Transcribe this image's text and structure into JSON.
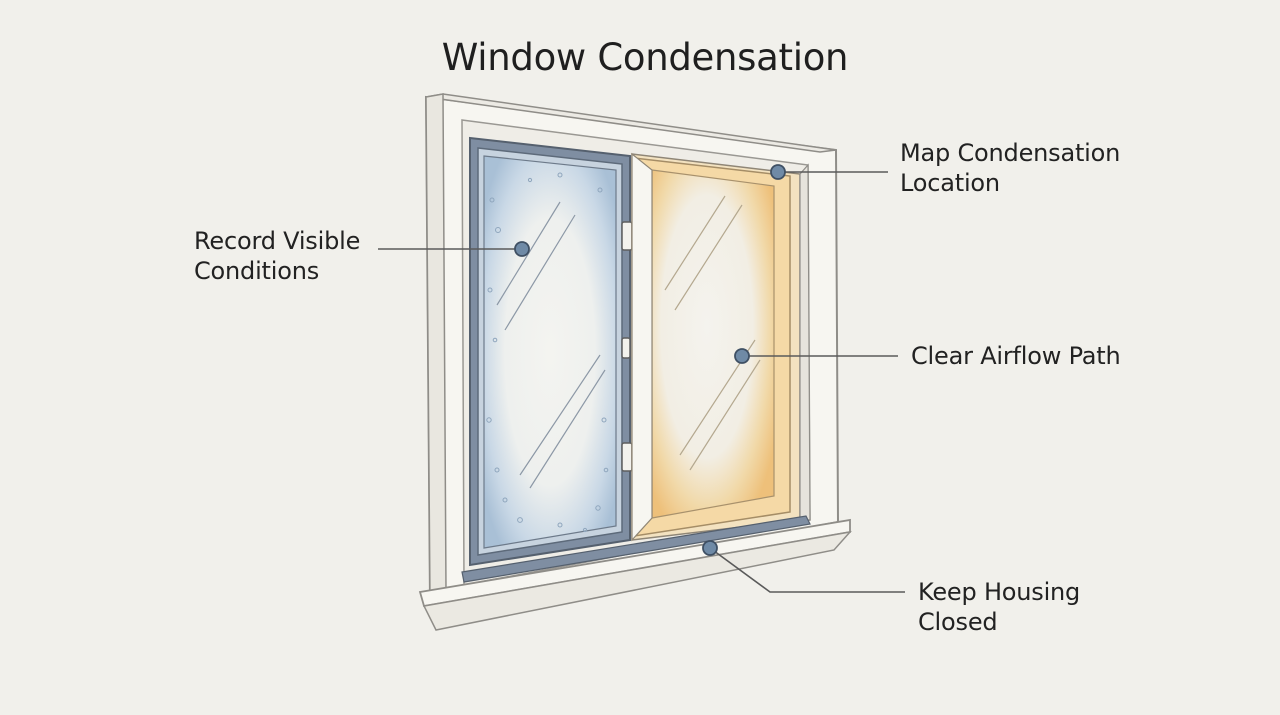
{
  "title": "Window Condensation",
  "callouts": {
    "record": {
      "line1": "Record Visible",
      "line2": "Conditions"
    },
    "map": {
      "line1": "Map Condensation",
      "line2": "Location"
    },
    "airflow": {
      "line1": "Clear Airflow Path"
    },
    "keep": {
      "line1": "Keep Housing",
      "line2": "Closed"
    }
  },
  "colors": {
    "background": "#f1f0eb",
    "frame": "#f7f6f1",
    "frame_edge": "#9a9893",
    "left_pane_frame": "#7f8ea2",
    "left_frost": "#b9cde0",
    "right_sash": "#ecd3a8",
    "right_glow": "#f3cd8e",
    "callout_dot": "#6f8aa6",
    "callout_line": "#5a5a5a"
  }
}
